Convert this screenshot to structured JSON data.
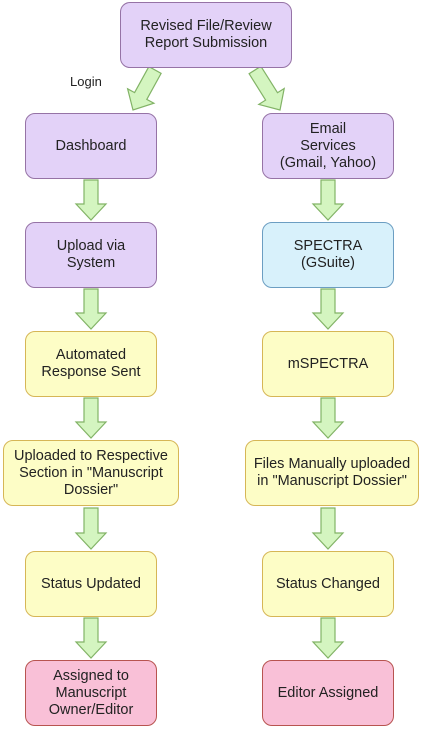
{
  "colors": {
    "purple_fill": "#e3d2f8",
    "purple_border": "#9673a6",
    "blue_fill": "#d8f1fb",
    "blue_border": "#6c9ec2",
    "yellow_fill": "#fdfdc6",
    "yellow_border": "#d6b656",
    "pink_fill": "#f9c0d7",
    "pink_border": "#b85450",
    "arrow_fill": "#d4f5c0",
    "arrow_border": "#82b366"
  },
  "nodes": {
    "start": {
      "label": "Revised File/Review\nReport Submission",
      "style": "purple"
    },
    "dashboard": {
      "label": "Dashboard",
      "style": "purple"
    },
    "upload": {
      "label": "Upload via\nSystem",
      "style": "purple"
    },
    "automated": {
      "label": "Automated\nResponse Sent",
      "style": "yellow"
    },
    "uploaded": {
      "label": "Uploaded to Respective\nSection in \"Manuscript\nDossier\"",
      "style": "yellow"
    },
    "status_updated": {
      "label": "Status Updated",
      "style": "yellow"
    },
    "assigned": {
      "label": "Assigned to\nManuscript\nOwner/Editor",
      "style": "pink"
    },
    "email": {
      "label": "Email\nServices\n(Gmail, Yahoo)",
      "style": "purple"
    },
    "spectra": {
      "label": "SPECTRA\n(GSuite)",
      "style": "blue"
    },
    "mspectra": {
      "label": "mSPECTRA",
      "style": "yellow"
    },
    "files_manual": {
      "label": "Files Manually uploaded\nin \"Manuscript Dossier\"",
      "style": "yellow"
    },
    "status_changed": {
      "label": "Status Changed",
      "style": "yellow"
    },
    "editor_assigned": {
      "label": "Editor Assigned",
      "style": "pink"
    }
  },
  "edges": [
    {
      "from": "start",
      "to": "dashboard",
      "label": "Login"
    },
    {
      "from": "start",
      "to": "email",
      "label": ""
    },
    {
      "from": "dashboard",
      "to": "upload",
      "label": ""
    },
    {
      "from": "upload",
      "to": "automated",
      "label": ""
    },
    {
      "from": "automated",
      "to": "uploaded",
      "label": ""
    },
    {
      "from": "uploaded",
      "to": "status_updated",
      "label": ""
    },
    {
      "from": "status_updated",
      "to": "assigned",
      "label": ""
    },
    {
      "from": "email",
      "to": "spectra",
      "label": ""
    },
    {
      "from": "spectra",
      "to": "mspectra",
      "label": ""
    },
    {
      "from": "mspectra",
      "to": "files_manual",
      "label": ""
    },
    {
      "from": "files_manual",
      "to": "status_changed",
      "label": ""
    },
    {
      "from": "status_changed",
      "to": "editor_assigned",
      "label": ""
    }
  ]
}
